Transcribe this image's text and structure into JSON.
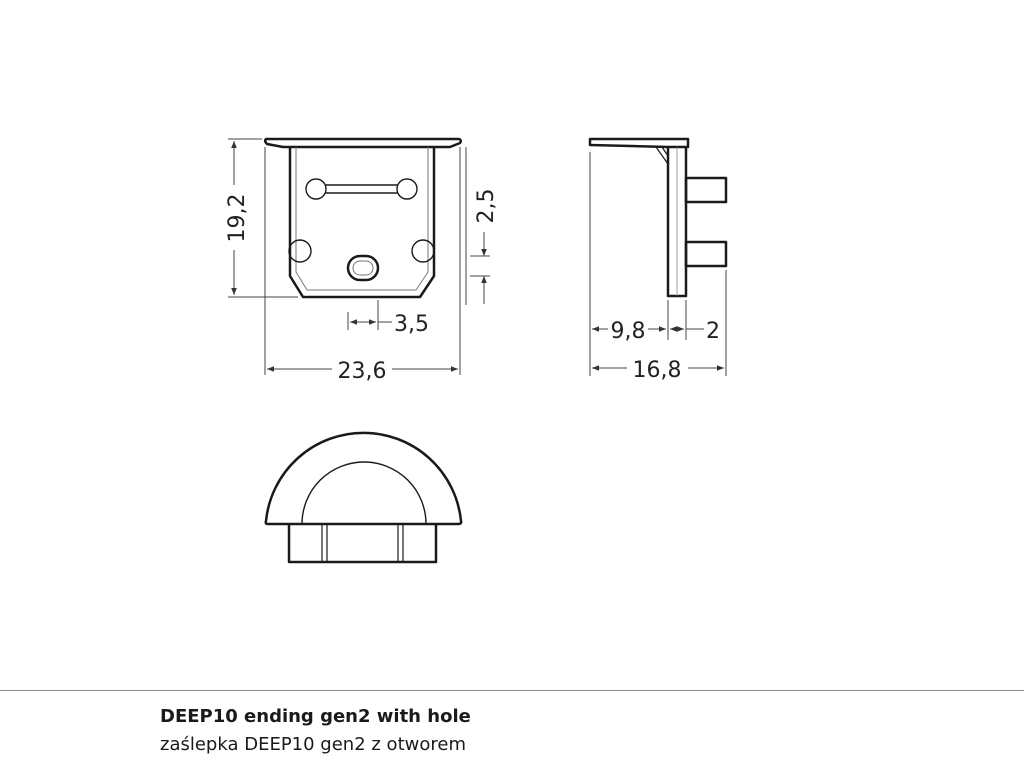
{
  "dimensions": {
    "height_front": "19,2",
    "clip_gap": "2,5",
    "hole_width": "3,5",
    "width_front": "23,6",
    "side_offset": "9,8",
    "pin_offset": "2",
    "width_side": "16,8"
  },
  "caption": {
    "title": "DEEP10 ending gen2 with hole",
    "subtitle": "zaślepka DEEP10 gen2 z otworem"
  },
  "colors": {
    "line": "#1a1a1a",
    "dimension": "#444444",
    "rule": "#8a8a8a"
  }
}
